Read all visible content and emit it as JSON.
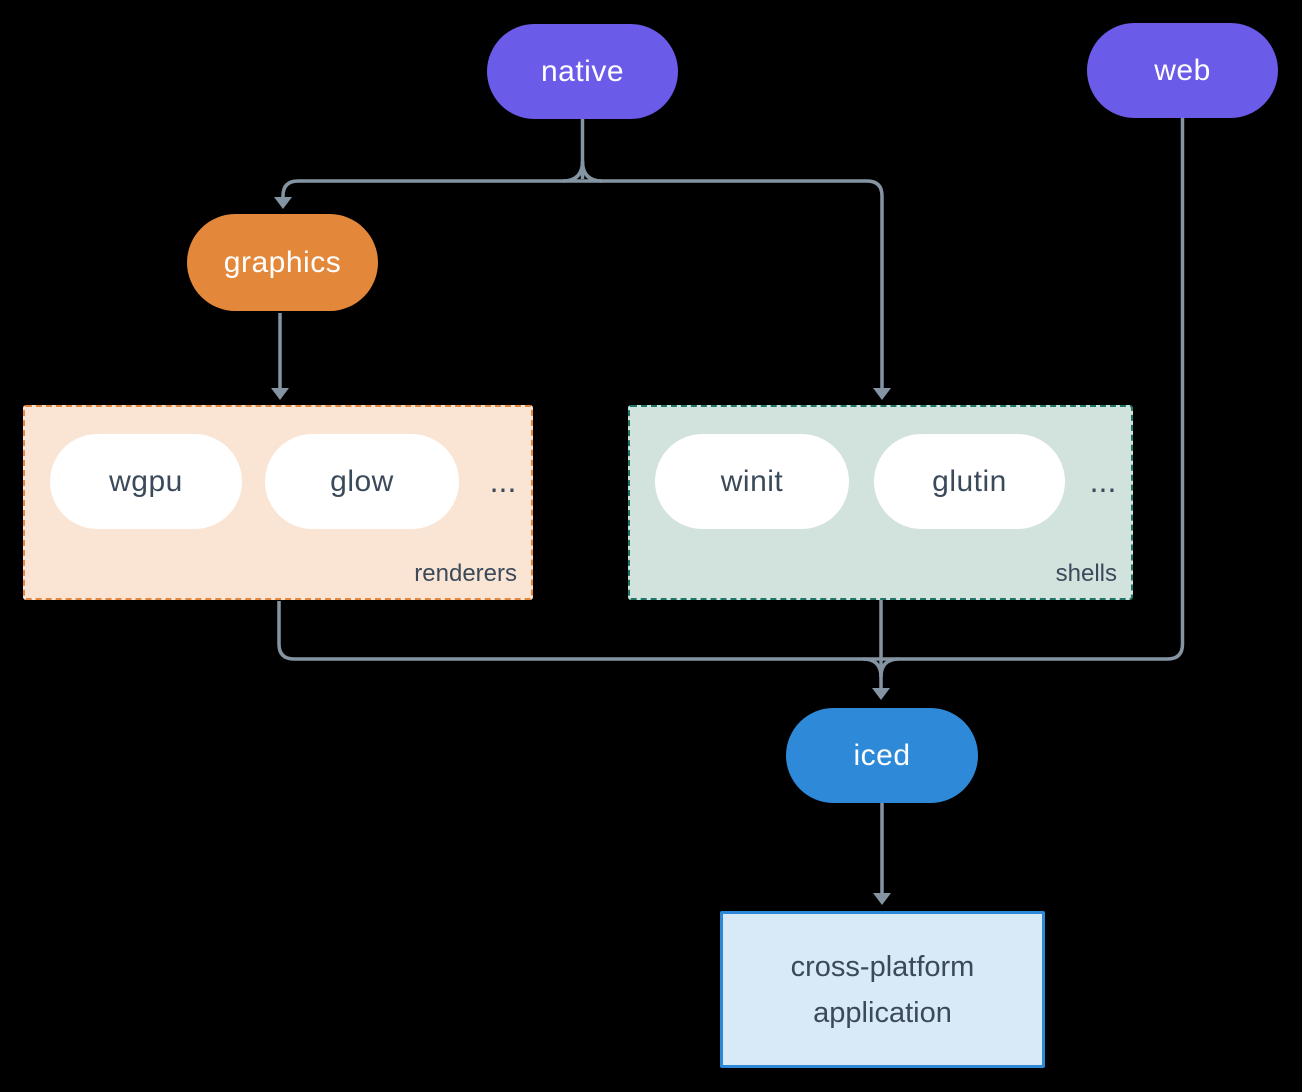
{
  "colors": {
    "bg": "#000000",
    "purple": "#6a5be8",
    "orange": "#e3883a",
    "blue": "#2e8ad8",
    "connector": "#8494a3",
    "peachBg": "#fae5d5",
    "peachBorder": "#e8863c",
    "sageBg": "#d2e2dc",
    "sageBorder": "#1f7769",
    "appBg": "#d8e9f8",
    "appBorder": "#2d89d8",
    "darkText": "#3b4a5a",
    "lightText": "#ffffff"
  },
  "nodes": {
    "native": {
      "label": "native"
    },
    "web": {
      "label": "web"
    },
    "graphics": {
      "label": "graphics"
    },
    "wgpu": {
      "label": "wgpu"
    },
    "glow": {
      "label": "glow"
    },
    "winit": {
      "label": "winit"
    },
    "glutin": {
      "label": "glutin"
    },
    "iced": {
      "label": "iced"
    },
    "app": {
      "line1": "cross-platform",
      "line2": "application"
    }
  },
  "groups": {
    "renderers": {
      "label": "renderers",
      "more": "..."
    },
    "shells": {
      "label": "shells",
      "more": "..."
    }
  }
}
